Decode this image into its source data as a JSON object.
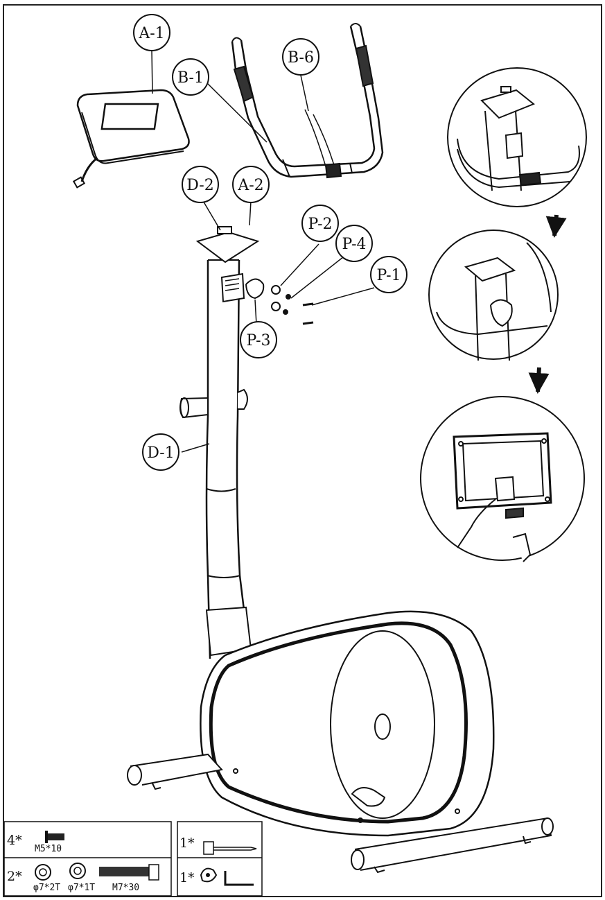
{
  "callouts": [
    {
      "id": "a1",
      "text": "A-1"
    },
    {
      "id": "b1",
      "text": "B-1"
    },
    {
      "id": "b6",
      "text": "B-6"
    },
    {
      "id": "d2",
      "text": "D-2"
    },
    {
      "id": "a2",
      "text": "A-2"
    },
    {
      "id": "p2",
      "text": "P-2"
    },
    {
      "id": "p4",
      "text": "P-4"
    },
    {
      "id": "p1",
      "text": "P-1"
    },
    {
      "id": "p3",
      "text": "P-3"
    },
    {
      "id": "d1",
      "text": "D-1"
    }
  ],
  "hardware_box": {
    "row1": {
      "qty": "4*",
      "bolt_spec": "M5*10"
    },
    "row2": {
      "qty": "2*",
      "washer1_spec": "φ7*2T",
      "washer2_spec": "φ7*1T",
      "bolt_spec": "M7*30"
    }
  },
  "tools_box": {
    "row1": {
      "qty": "1*"
    },
    "row2": {
      "qty": "1*"
    }
  }
}
